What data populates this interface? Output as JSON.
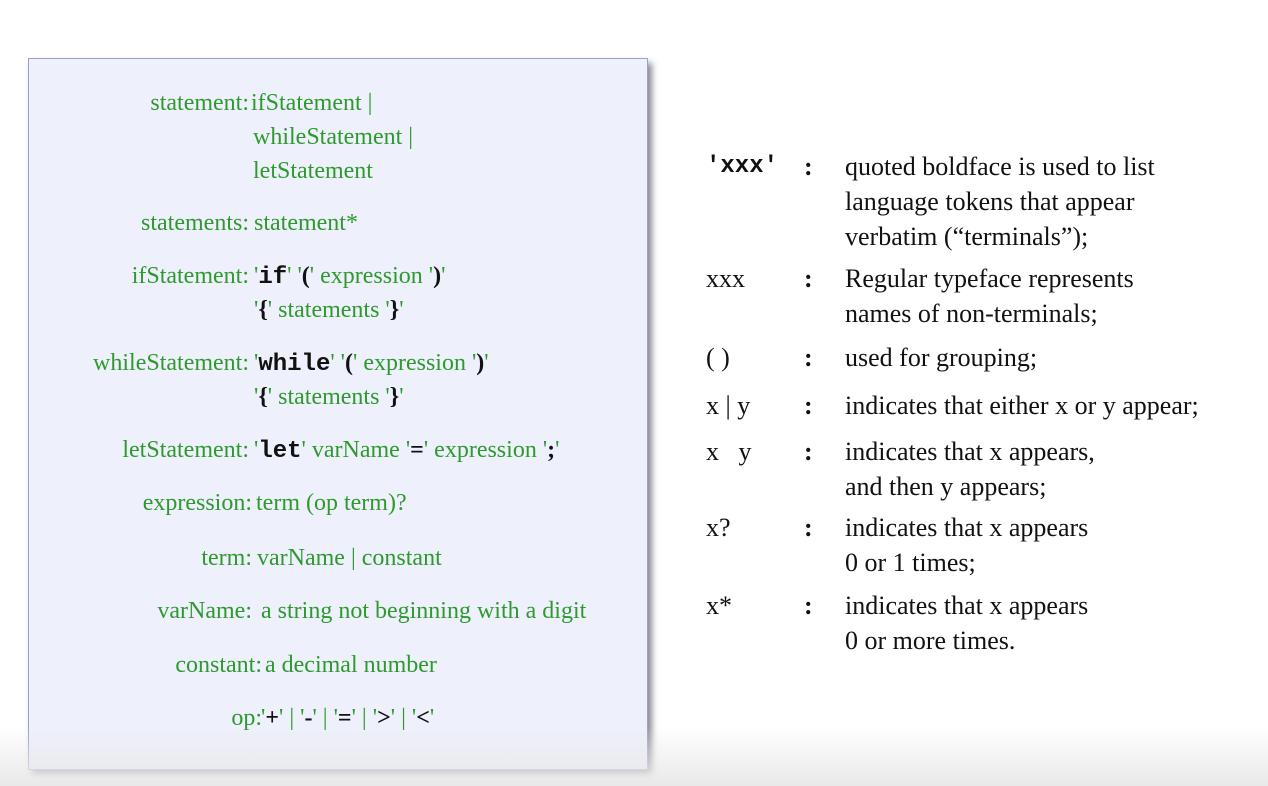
{
  "grammar": {
    "rules": [
      {
        "label": "statement:",
        "lines": [
          [
            {
              "t": "ifStatement |",
              "s": "g"
            }
          ],
          [
            {
              "t": "whileStatement |",
              "s": "g"
            }
          ],
          [
            {
              "t": "letStatement",
              "s": "g"
            }
          ]
        ]
      },
      {
        "label": "statements:",
        "lines": [
          [
            {
              "t": "statement*",
              "s": "g"
            }
          ]
        ]
      },
      {
        "label": "ifStatement:",
        "lines": [
          [
            {
              "t": "'",
              "s": "g"
            },
            {
              "t": "if",
              "s": "kw"
            },
            {
              "t": "' '",
              "s": "g"
            },
            {
              "t": "(",
              "s": "sym"
            },
            {
              "t": "' expression '",
              "s": "g"
            },
            {
              "t": ")",
              "s": "sym"
            },
            {
              "t": "'",
              "s": "g"
            }
          ],
          [
            {
              "t": "'",
              "s": "g"
            },
            {
              "t": "{",
              "s": "sym"
            },
            {
              "t": "' statements '",
              "s": "g"
            },
            {
              "t": "}",
              "s": "sym"
            },
            {
              "t": "'",
              "s": "g"
            }
          ]
        ]
      },
      {
        "label": "whileStatement:",
        "lines": [
          [
            {
              "t": "'",
              "s": "g"
            },
            {
              "t": "while",
              "s": "kw"
            },
            {
              "t": "' '",
              "s": "g"
            },
            {
              "t": "(",
              "s": "sym"
            },
            {
              "t": "' expression '",
              "s": "g"
            },
            {
              "t": ")",
              "s": "sym"
            },
            {
              "t": "'",
              "s": "g"
            }
          ],
          [
            {
              "t": "'",
              "s": "g"
            },
            {
              "t": "{",
              "s": "sym"
            },
            {
              "t": "' statements '",
              "s": "g"
            },
            {
              "t": "}",
              "s": "sym"
            },
            {
              "t": "'",
              "s": "g"
            }
          ]
        ]
      },
      {
        "label": "letStatement:",
        "lines": [
          [
            {
              "t": "'",
              "s": "g"
            },
            {
              "t": "let",
              "s": "kw"
            },
            {
              "t": "' varName '",
              "s": "g"
            },
            {
              "t": "=",
              "s": "sym"
            },
            {
              "t": "' expression '",
              "s": "g"
            },
            {
              "t": ";",
              "s": "sym"
            },
            {
              "t": "'",
              "s": "g"
            }
          ]
        ]
      },
      {
        "label": "expression:",
        "lines": [
          [
            {
              "t": "term (op term)?",
              "s": "g"
            }
          ]
        ]
      },
      {
        "label": "term:",
        "lines": [
          [
            {
              "t": "varName | constant",
              "s": "g"
            }
          ]
        ]
      },
      {
        "label": "varName:",
        "lines": [
          [
            {
              "t": "a string not beginning  with a digit",
              "s": "g"
            }
          ]
        ]
      },
      {
        "label": "constant:",
        "lines": [
          [
            {
              "t": "a decimal number",
              "s": "g"
            }
          ]
        ]
      },
      {
        "label": "op:",
        "lines": [
          [
            {
              "t": "'",
              "s": "g"
            },
            {
              "t": "+",
              "s": "sym"
            },
            {
              "t": "' | '",
              "s": "g"
            },
            {
              "t": "-",
              "s": "sym"
            },
            {
              "t": "' | '",
              "s": "g"
            },
            {
              "t": "=",
              "s": "sym"
            },
            {
              "t": "' | '",
              "s": "g"
            },
            {
              "t": ">",
              "s": "sym"
            },
            {
              "t": "' | '",
              "s": "g"
            },
            {
              "t": "<",
              "s": "sym"
            },
            {
              "t": "'",
              "s": "g"
            }
          ]
        ]
      }
    ]
  },
  "legend": [
    {
      "symbol": "'xxx'",
      "bold": true,
      "colon": ":",
      "desc": [
        "quoted boldface is used to list",
        "language tokens that appear",
        "verbatim (“terminals”);"
      ]
    },
    {
      "symbol": "xxx",
      "bold": false,
      "colon": ":",
      "desc": [
        "Regular typeface represents",
        "names of non-terminals;"
      ]
    },
    {
      "symbol": "( )",
      "bold": false,
      "colon": ":",
      "desc": [
        "used for grouping;"
      ]
    },
    {
      "symbol": "x | y",
      "bold": false,
      "colon": ":",
      "desc": [
        "indicates that either x or y appear;"
      ]
    },
    {
      "symbol": "x   y",
      "bold": false,
      "colon": ":",
      "desc": [
        "indicates that x appears,",
        "and then y appears;"
      ]
    },
    {
      "symbol": "x?",
      "bold": false,
      "colon": ":",
      "desc": [
        "indicates that x appears",
        "0 or 1 times;"
      ]
    },
    {
      "symbol": "x*",
      "bold": false,
      "colon": ":",
      "desc": [
        "indicates that x appears",
        "0 or more times."
      ]
    }
  ]
}
